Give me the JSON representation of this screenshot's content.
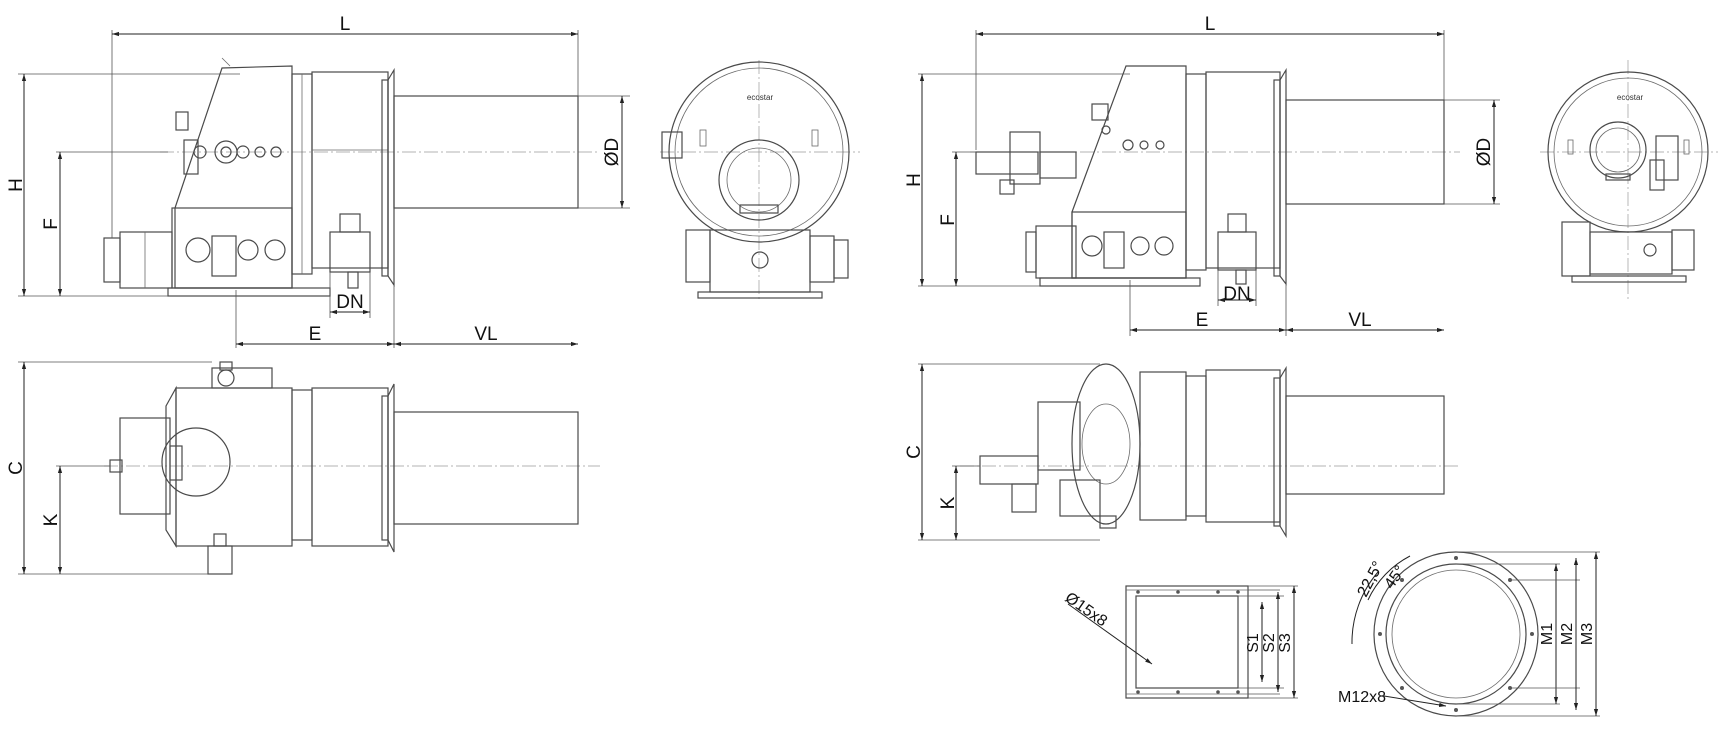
{
  "labels": {
    "L": "L",
    "H": "H",
    "F": "F",
    "OD": "ØD",
    "DN": "DN",
    "E": "E",
    "VL": "VL",
    "C": "C",
    "K": "K",
    "hole_flange": "Ø15x8",
    "S1": "S1",
    "S2": "S2",
    "S3": "S3",
    "angle1": "22,5°",
    "angle2": "45°",
    "bolt_flange": "M12x8",
    "M1": "M1",
    "M2": "M2",
    "M3": "M3"
  },
  "brand": "ecostar",
  "colors": {
    "line": "#4a4a4a",
    "dimension": "#222222",
    "center": "#9a9a9a"
  }
}
